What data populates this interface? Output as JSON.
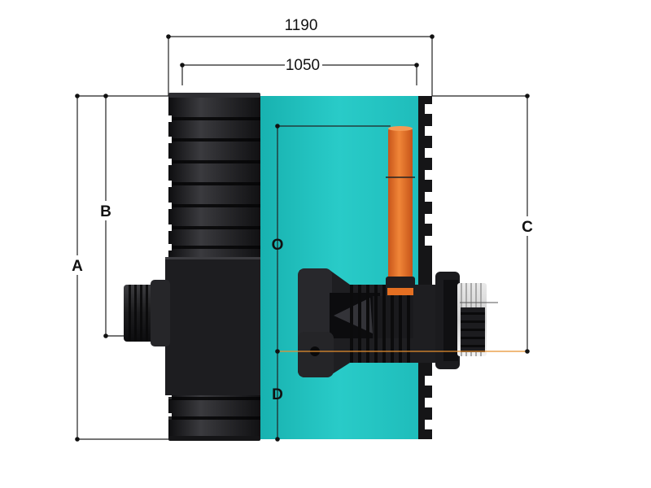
{
  "dimensions": {
    "overall_width": "1190",
    "inner_width": "1050",
    "label_a": "A",
    "label_b": "B",
    "label_c": "C",
    "label_d": "D",
    "label_o": "O"
  },
  "colors": {
    "tank_body": "#1a1a1c",
    "cutaway_teal": "#22c4c2",
    "pipe_orange": "#e46f22",
    "reference_line_orange": "#e8902f",
    "dimension_line": "#222222",
    "background": "#ffffff"
  }
}
